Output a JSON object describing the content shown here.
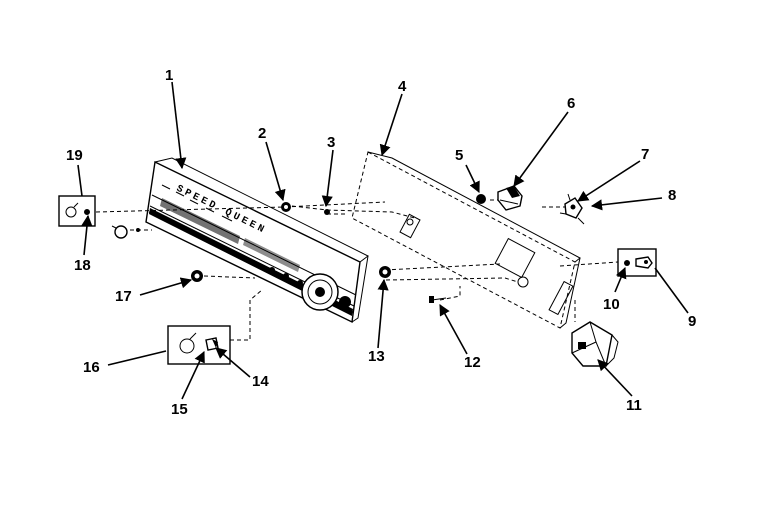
{
  "brand_text": "SPEED QUEEN",
  "callouts": [
    {
      "id": "1",
      "label": "1"
    },
    {
      "id": "2",
      "label": "2"
    },
    {
      "id": "3",
      "label": "3"
    },
    {
      "id": "4",
      "label": "4"
    },
    {
      "id": "5",
      "label": "5"
    },
    {
      "id": "6",
      "label": "6"
    },
    {
      "id": "7",
      "label": "7"
    },
    {
      "id": "8",
      "label": "8"
    },
    {
      "id": "9",
      "label": "9"
    },
    {
      "id": "10",
      "label": "10"
    },
    {
      "id": "11",
      "label": "11"
    },
    {
      "id": "12",
      "label": "12"
    },
    {
      "id": "13",
      "label": "13"
    },
    {
      "id": "14",
      "label": "14"
    },
    {
      "id": "15",
      "label": "15"
    },
    {
      "id": "16",
      "label": "16"
    },
    {
      "id": "17",
      "label": "17"
    },
    {
      "id": "18",
      "label": "18"
    },
    {
      "id": "19",
      "label": "19"
    }
  ]
}
